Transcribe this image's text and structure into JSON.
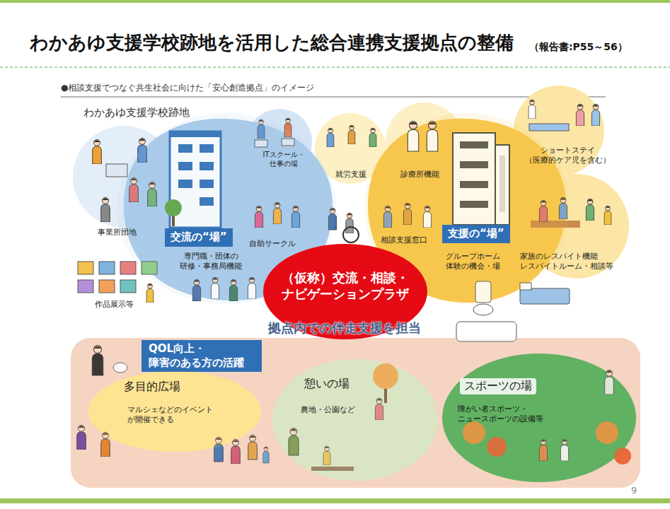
{
  "diagram": {
    "title": "わかあゆ支援学校跡地を活用した総合連携支援拠点の整備",
    "nodes": [
      {
        "text": [
          "交流の“場”"
        ]
      },
      {
        "text": [
          "（仮称）交流・相談・ ナビゲーションプラザ"
        ]
      },
      {
        "text": [
          "支援の“場”"
        ]
      },
      {
        "text": [
          "QOL向上・ 障害のある方の活躍"
        ]
      },
      {
        "text": [
          "多目的広場",
          "マルシェなどのイベント が開催できる"
        ],
        "in": 3
      },
      {
        "text": [
          "憩いの場",
          "農地・公園など"
        ],
        "in": 3
      },
      {
        "text": [
          "スポーツの場",
          "障がい者スポーツ・ ニュースポーツの設備等"
        ],
        "in": 3
      }
    ],
    "labels": [
      "（報告書:P55～56）",
      "●相談支援でつなぐ共生社会に向けた「安心創造拠点」のイメージ",
      "わかあゆ支援学校跡地",
      "ITスクール・ 仕事の場",
      "就労支援",
      "診療所機能",
      "ショートステイ （医療的ケア児を含む）",
      "事業所団地",
      "自助サークル",
      "相談支援窓口",
      "専門職・団体の 研修・事務局機能",
      "グループホーム 体験の機会・場",
      "家族のレスパイト機能 レスパイトルーム・相談等",
      "作品展示等",
      "拠点内での伴走支援を担当",
      "9"
    ]
  }
}
